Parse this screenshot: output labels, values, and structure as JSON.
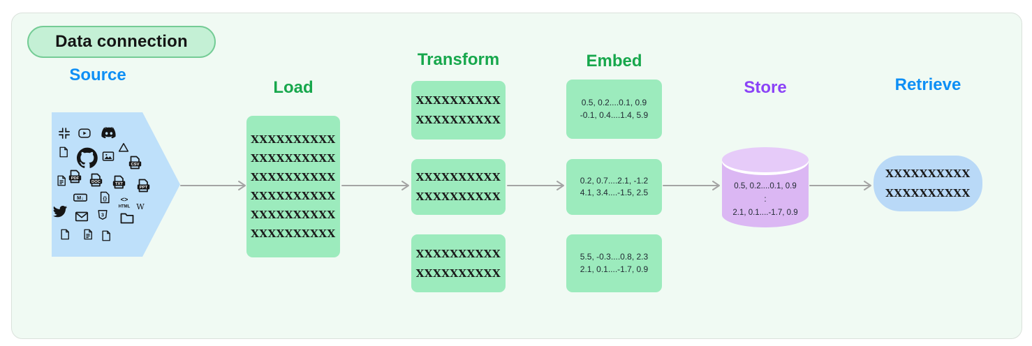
{
  "badge": {
    "label": "Data connection"
  },
  "stages": {
    "source": {
      "title": "Source",
      "icons": [
        "slack",
        "youtube",
        "discord",
        "file",
        "github",
        "image",
        "google-drive",
        "csv-file",
        "text-file",
        "pdf-file",
        "doc-file",
        "txt-file",
        "ppt-file",
        "markdown",
        "code-file",
        "html",
        "wikipedia",
        "twitter",
        "email",
        "css3",
        "folder",
        "file",
        "text-file",
        "file"
      ]
    },
    "load": {
      "title": "Load",
      "lines": [
        "XXXXXXXXXX",
        "XXXXXXXXXX",
        "XXXXXXXXXX",
        "XXXXXXXXXX",
        "XXXXXXXXXX",
        "XXXXXXXXXX"
      ]
    },
    "transform": {
      "title": "Transform",
      "boxes": [
        [
          "XXXXXXXXXX",
          "XXXXXXXXXX"
        ],
        [
          "XXXXXXXXXX",
          "XXXXXXXXXX"
        ],
        [
          "XXXXXXXXXX",
          "XXXXXXXXXX"
        ]
      ]
    },
    "embed": {
      "title": "Embed",
      "boxes": [
        [
          "0.5, 0.2....0.1, 0.9",
          "-0.1, 0.4....1.4, 5.9"
        ],
        [
          "0.2, 0.7....2.1, -1.2",
          "4.1, 3.4....-1.5, 2.5"
        ],
        [
          "5.5, -0.3....0.8, 2.3",
          "2.1, 0.1....-1.7, 0.9"
        ]
      ]
    },
    "store": {
      "title": "Store",
      "lines": [
        "0.5, 0.2....0.1, 0.9",
        ":",
        "2.1, 0.1....-1.7, 0.9"
      ]
    },
    "retrieve": {
      "title": "Retrieve",
      "lines": [
        "XXXXXXXXXX",
        "XXXXXXXXXX"
      ]
    }
  },
  "colors": {
    "panel_bg": "#F0FAF3",
    "panel_border": "#DAE1DB",
    "badge_fill": "#C4F0D5",
    "badge_border": "#74CC95",
    "header_blue": "#0E8FF5",
    "header_green": "#17A74C",
    "header_purple": "#8B43F7",
    "box_green": "#9CEBBD",
    "box_blue": "#BEE0FA",
    "box_blue2": "#B9D9F7",
    "cyl_purple": "#DBB7F3",
    "cyl_purple_top": "#E6CBF9",
    "arrow_gray": "#A4A4A4"
  }
}
